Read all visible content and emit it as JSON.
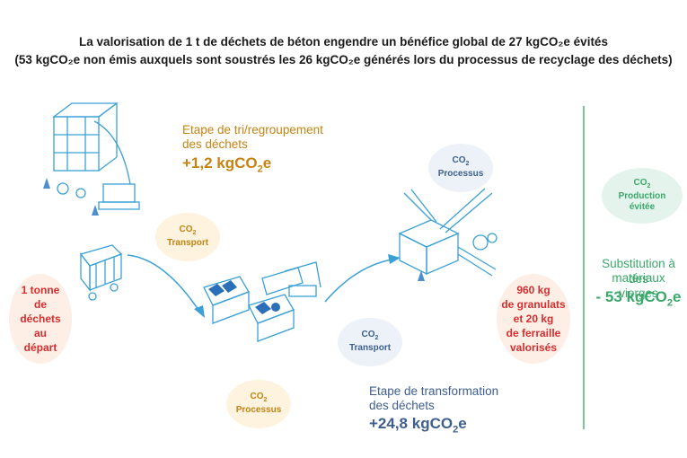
{
  "title": {
    "line1": "La valorisation de 1 t de déchets de béton engendre un bénéfice global de 27 kgCO₂e évités",
    "line2": "(53 kgCO₂e non émis auxquels sont soustrés les 26 kgCO₂e générés lors du processus de recyclage des déchets)"
  },
  "steps": {
    "sorting": {
      "label_line1": "Etape de tri/regroupement",
      "label_line2": "des déchets",
      "value_pre": "+1,2 kgCO",
      "value_sub": "2",
      "value_post": "e"
    },
    "transformation": {
      "label_line1": "Etape de transformation",
      "label_line2": "des déchets",
      "value_pre": "+24,8 kgCO",
      "value_sub": "2",
      "value_post": "e"
    }
  },
  "substitution": {
    "label_line1": "Substitution à des",
    "label_line2": "matériaux vierges",
    "value_pre": "- 53 kgCO",
    "value_sub": "2",
    "value_post": "e"
  },
  "bubbles": {
    "co2_prefix": "CO",
    "co2_sub": "2",
    "transport_top": "Transport",
    "transport_bottom": "Transport",
    "processus_top": "Processus",
    "processus_bottom": "Processus",
    "avoided_line1": "Production",
    "avoided_line2": "évitée"
  },
  "input": {
    "l1": "1 tonne",
    "l2": "de",
    "l3": "déchets",
    "l4": "au",
    "l5": "départ"
  },
  "output": {
    "l1": "960 kg",
    "l2": "de granulats",
    "l3": "et 20 kg",
    "l4": "de ferraille",
    "l5": "valorisés"
  },
  "colors": {
    "orange": "#c58312",
    "blue": "#3d5e8f",
    "green": "#3aa86b",
    "red": "#d32f2f",
    "illustration": "#3aa0d6",
    "arrow": "#3aa0d6"
  },
  "icons": [
    "recycling-center-illustration",
    "truck-illustration",
    "sorting-containers-illustration",
    "crusher-machine-illustration"
  ]
}
